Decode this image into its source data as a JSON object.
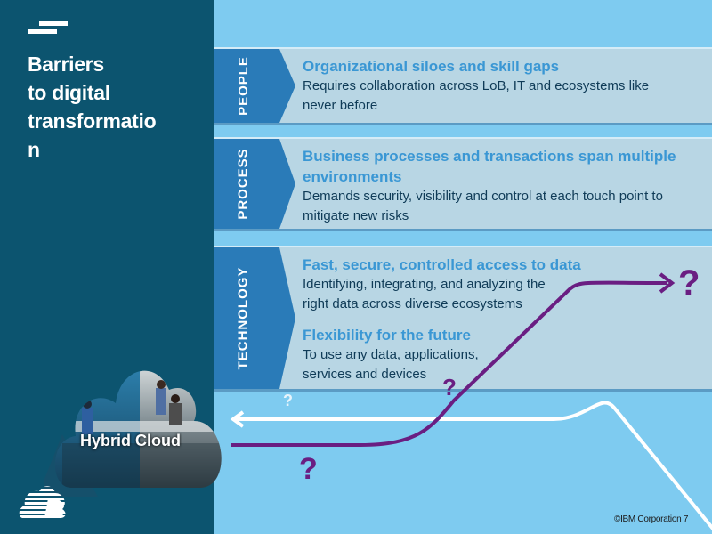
{
  "slide": {
    "title_lines": [
      "Barriers",
      "to digital",
      "transformatio",
      "n"
    ],
    "cloud_label": "Hybrid Cloud",
    "footer": "©IBM Corporation 7",
    "colors": {
      "left_panel": "#0c546f",
      "background": "#7ecbf0",
      "row_background": "#b8d6e4",
      "tab": "#2a7bb8",
      "heading": "#3a97d4",
      "body_text": "#0f3b57",
      "path_purple": "#6a1e82",
      "path_white": "#ffffff"
    }
  },
  "rows": [
    {
      "tab": "PEOPLE",
      "items": [
        {
          "heading": "Organizational siloes and skill gaps",
          "text": "Requires collaboration across LoB, IT and ecosystems like never before"
        }
      ]
    },
    {
      "tab": "PROCESS",
      "items": [
        {
          "heading": "Business processes and transactions span multiple environments",
          "text": "Demands security, visibility and control at each touch point to mitigate new risks"
        }
      ]
    },
    {
      "tab": "TECHNOLOGY",
      "items": [
        {
          "heading": "Fast, secure, controlled access to data",
          "text_lines": [
            "Identifying, integrating, and analyzing the",
            "right data across diverse ecosystems"
          ]
        },
        {
          "heading": "Flexibility for the future",
          "text_lines": [
            "To use any data, applications,",
            "services and devices"
          ]
        }
      ]
    }
  ],
  "paths": {
    "question_marks": [
      "?",
      "?",
      "?",
      "?"
    ]
  }
}
